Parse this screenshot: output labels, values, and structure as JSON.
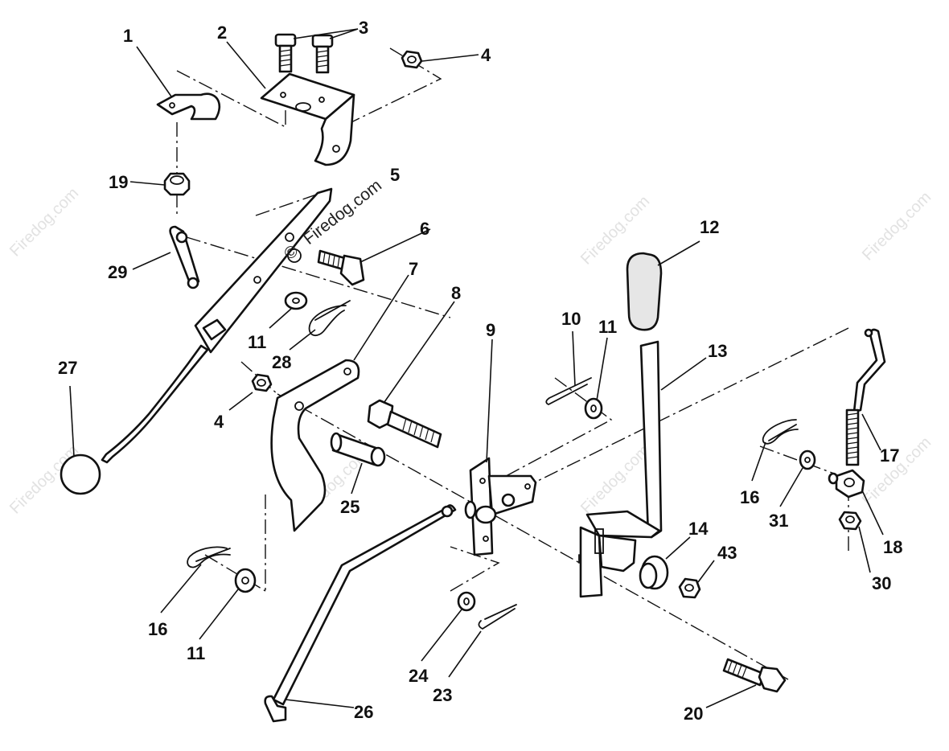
{
  "watermark": {
    "text": "Firedog.com",
    "copyright_symbol": "©"
  },
  "callouts": [
    {
      "id": "c1",
      "label": "1"
    },
    {
      "id": "c2",
      "label": "2"
    },
    {
      "id": "c3",
      "label": "3"
    },
    {
      "id": "c4a",
      "label": "4"
    },
    {
      "id": "c5",
      "label": "5"
    },
    {
      "id": "c19",
      "label": "19"
    },
    {
      "id": "c6",
      "label": "6"
    },
    {
      "id": "c29",
      "label": "29"
    },
    {
      "id": "c7",
      "label": "7"
    },
    {
      "id": "c8",
      "label": "8"
    },
    {
      "id": "c11a",
      "label": "11"
    },
    {
      "id": "c28",
      "label": "28"
    },
    {
      "id": "c27",
      "label": "27"
    },
    {
      "id": "c4b",
      "label": "4"
    },
    {
      "id": "c9",
      "label": "9"
    },
    {
      "id": "c10",
      "label": "10"
    },
    {
      "id": "c11b",
      "label": "11"
    },
    {
      "id": "c12",
      "label": "12"
    },
    {
      "id": "c13",
      "label": "13"
    },
    {
      "id": "c25",
      "label": "25"
    },
    {
      "id": "c17",
      "label": "17"
    },
    {
      "id": "c16a",
      "label": "16"
    },
    {
      "id": "c31",
      "label": "31"
    },
    {
      "id": "c18",
      "label": "18"
    },
    {
      "id": "c14",
      "label": "14"
    },
    {
      "id": "c43",
      "label": "43"
    },
    {
      "id": "c30",
      "label": "30"
    },
    {
      "id": "c16b",
      "label": "16"
    },
    {
      "id": "c11c",
      "label": "11"
    },
    {
      "id": "c24",
      "label": "24"
    },
    {
      "id": "c23",
      "label": "23"
    },
    {
      "id": "c26",
      "label": "26"
    },
    {
      "id": "c20",
      "label": "20"
    }
  ]
}
